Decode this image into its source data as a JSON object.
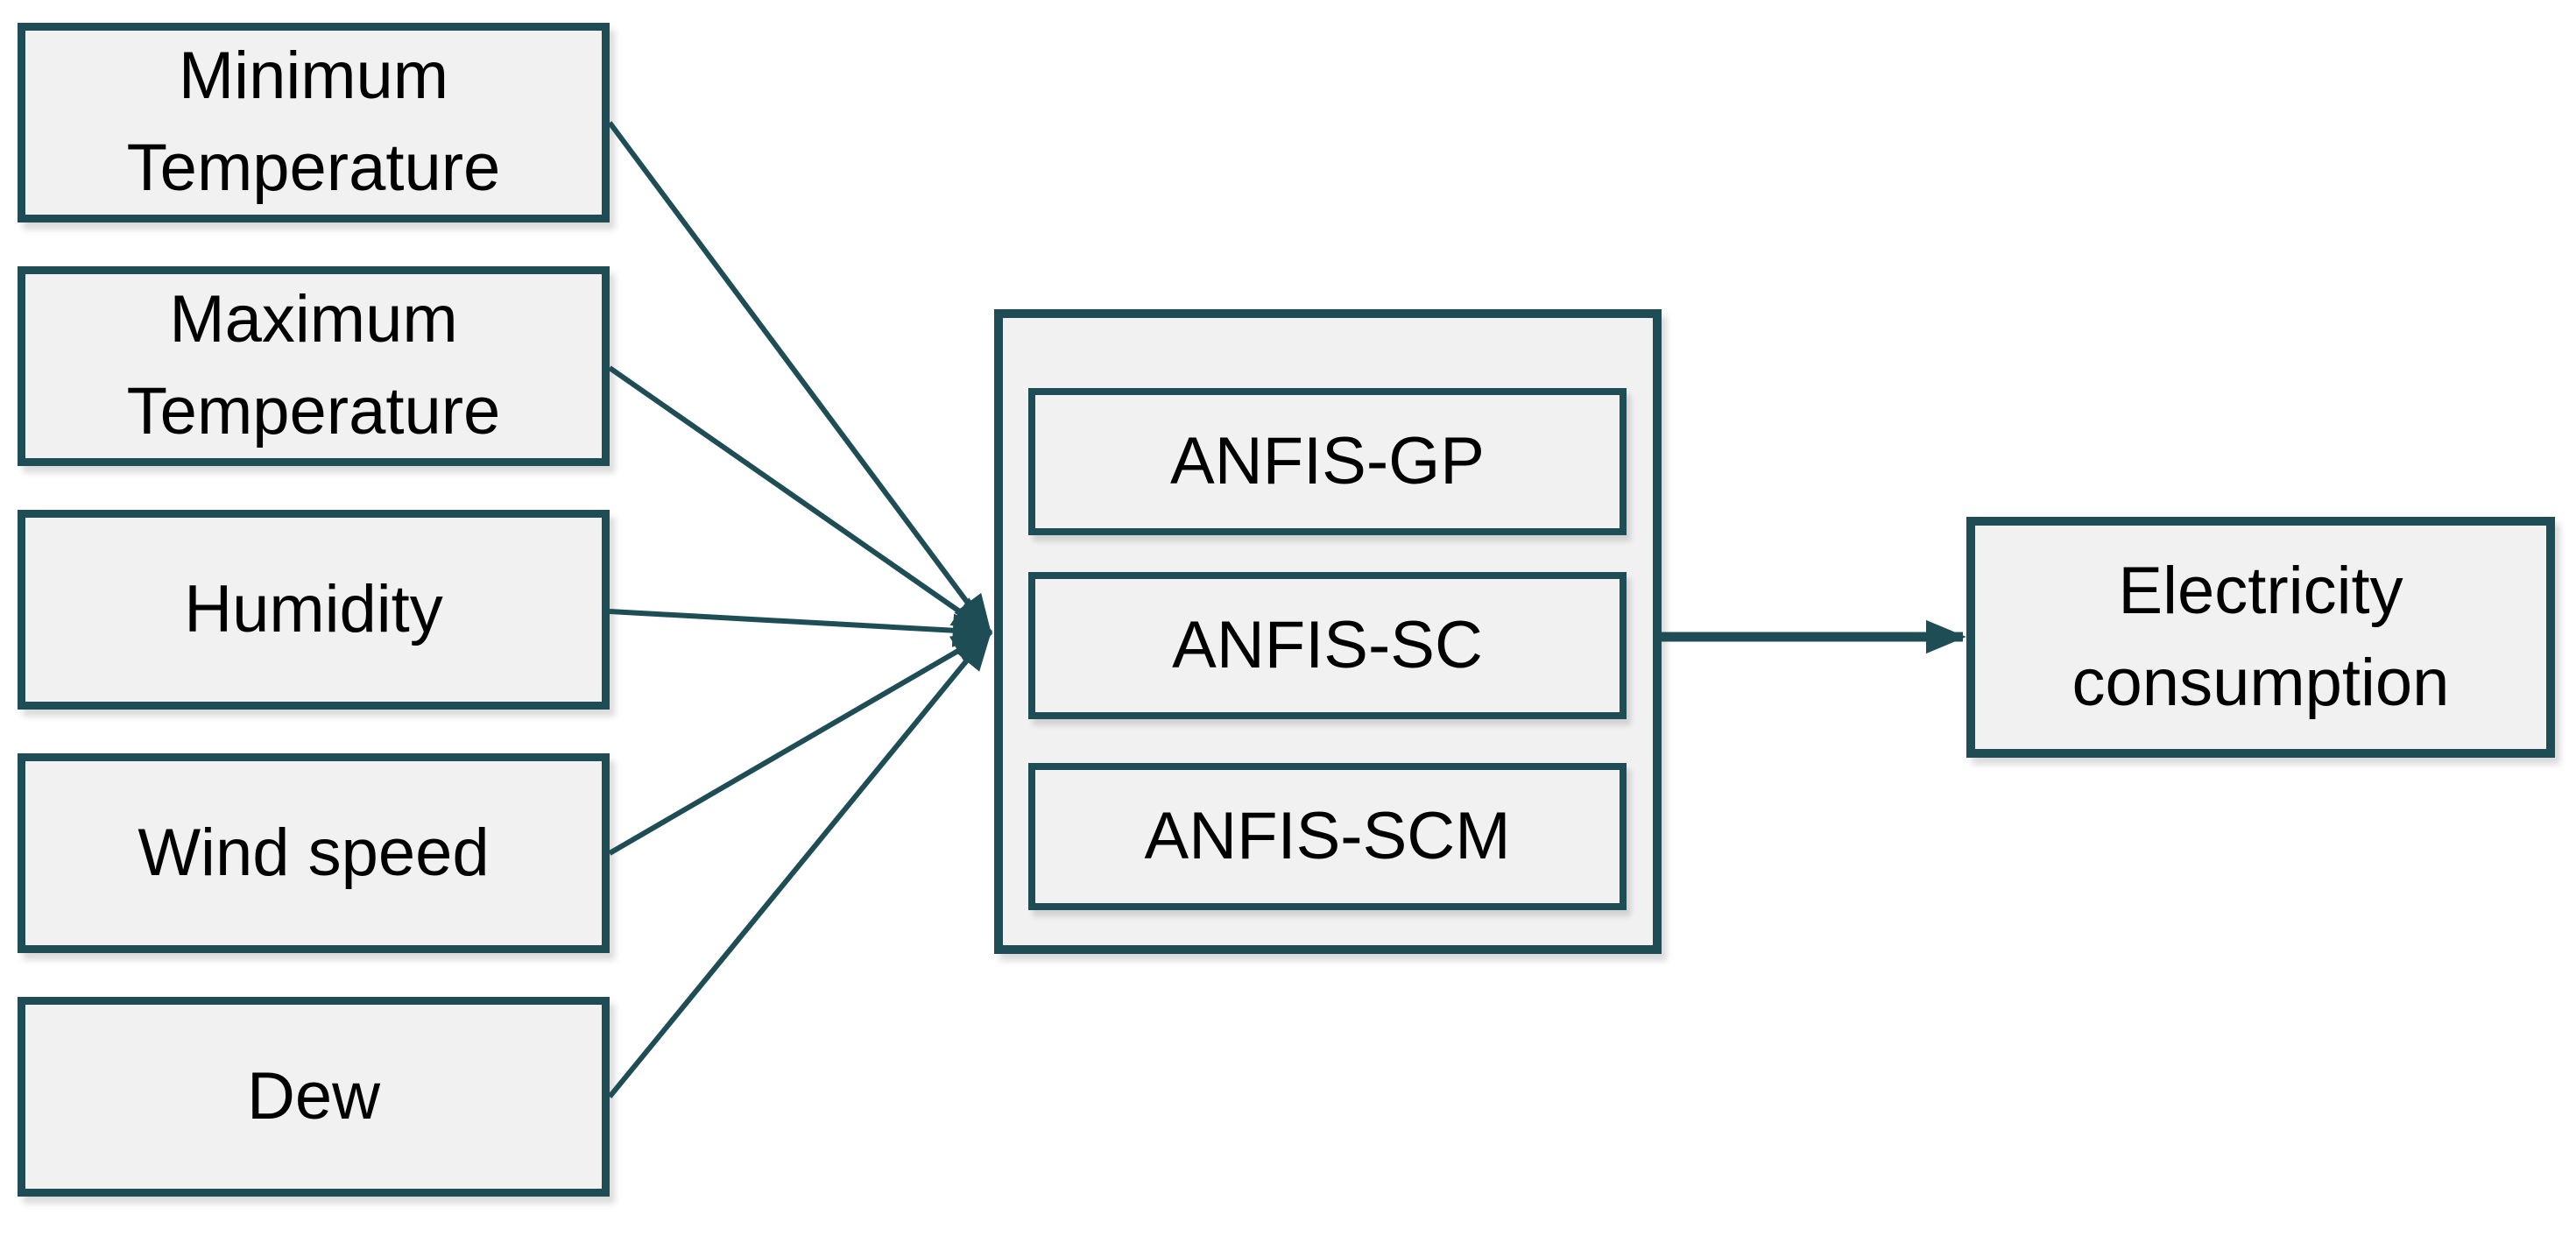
{
  "colors": {
    "accent": "#1f4d55",
    "node_fill": "#f1f1f2",
    "background": "#ffffff",
    "text": "#000000"
  },
  "diagram": {
    "inputs": [
      {
        "label": "Minimum Temperature"
      },
      {
        "label": "Maximum Temperature"
      },
      {
        "label": "Humidity"
      },
      {
        "label": "Wind speed"
      },
      {
        "label": "Dew"
      }
    ],
    "models": [
      {
        "label": "ANFIS-GP"
      },
      {
        "label": "ANFIS-SC"
      },
      {
        "label": "ANFIS-SCM"
      }
    ],
    "output": {
      "label": "Electricity consumption"
    }
  }
}
